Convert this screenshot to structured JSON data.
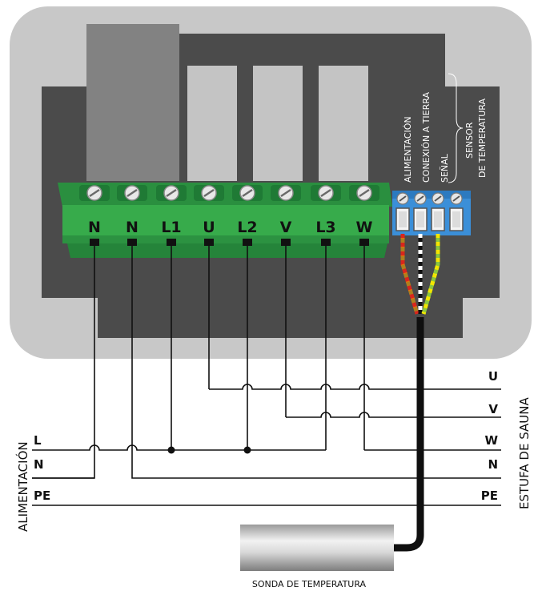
{
  "terminals": [
    "N",
    "N",
    "L1",
    "U",
    "L2",
    "V",
    "L3",
    "W"
  ],
  "sensor_labels": {
    "power": "ALIMENTACIÓN",
    "ground": "CONEXIÓN A TIERRA",
    "signal": "SEÑAL",
    "sensor_line1": "SENSOR",
    "sensor_line2": "DE TEMPERATURA"
  },
  "left_lines": [
    "L",
    "N",
    "PE"
  ],
  "right_lines": [
    "U",
    "V",
    "W",
    "N",
    "PE"
  ],
  "left_group_label": "ALIMENTACIÓN",
  "right_group_label": "ESTUFA DE SAUNA",
  "probe_label": "SONDA DE TEMPERATURA",
  "colors": {
    "enclosure": "#c9c9c9",
    "board": "#4a4a4a",
    "relay": "#7f7f7f",
    "relay_light": "#c4c4c4",
    "terminal_green": "#35a94a",
    "terminal_dark": "#23823a",
    "sensor_blue": "#3a8fd6",
    "wire": "#111111"
  }
}
